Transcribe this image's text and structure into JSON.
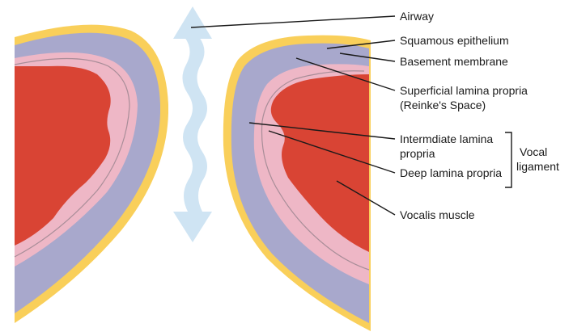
{
  "labels": {
    "airway": "Airway",
    "squamous_epithelium": "Squamous epithelium",
    "basement_membrane": "Basement membrane",
    "superficial_lamina_propria": "Superficial lamina propria",
    "reinkes_space": "(Reinke's Space)",
    "intermediate_lamina_propria_line1": "Intermdiate lamina",
    "intermediate_lamina_propria_line2": "propria",
    "deep_lamina_propria": "Deep lamina propria",
    "vocalis_muscle": "Vocalis muscle",
    "vocal_ligament_line1": "Vocal",
    "vocal_ligament_line2": "ligament"
  },
  "colors": {
    "epithelium": "#f9cf5a",
    "lamina_outer": "#a8a8cc",
    "lamina_superficial": "#eeb7c6",
    "muscle": "#d94434",
    "airway_arrow": "#cfe4f3",
    "leader_line": "#1a1a1a"
  }
}
